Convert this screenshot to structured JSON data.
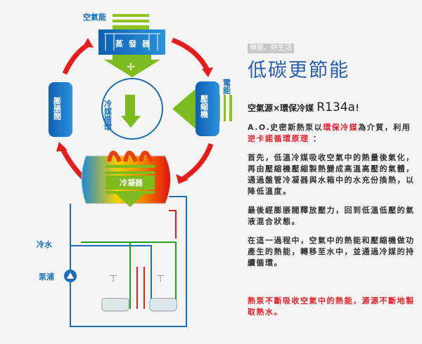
{
  "diagram": {
    "air_energy": "空氣能",
    "evaporator": "蒸發器",
    "electric_energy": "電能",
    "compressor": "壓縮機",
    "expansion_valve": "膨脹閥",
    "refrigerant_cycle": "冷媒循環",
    "condenser": "冷凝器",
    "cold_water": "冷水",
    "pump": "泵浦"
  },
  "text": {
    "tag": "綠能．好生活",
    "title": "低碳更節能",
    "subtitle_a": "空氣源×環保冷媒",
    "subtitle_b": "R134a",
    "subtitle_c": "！",
    "p1_a": "A.O.史密斯熱泵以",
    "p1_b": "環保冷媒",
    "p1_c": "為介質，利用",
    "p1_d": "逆卡諾循環原理",
    "p1_e": " ：",
    "p2": "首先，低溫冷媒吸收空氣中的熱量後氣化，再由壓縮機壓縮製熱變成高溫高壓的氣體，通過盤管冷凝器與水箱中的水充份換熱，以降低溫度。",
    "p3": "最後經膨脹閥釋放壓力，回到低溫低壓的氣液混合狀態。",
    "p4": "在這一過程中，空氣中的熱能和壓縮機做功產生的熱能，轉移至水中，並通過冷媒的持續循環。",
    "p5": "熱泵不斷吸收空氣中的熱能，源源不斷地製取熱水。"
  }
}
